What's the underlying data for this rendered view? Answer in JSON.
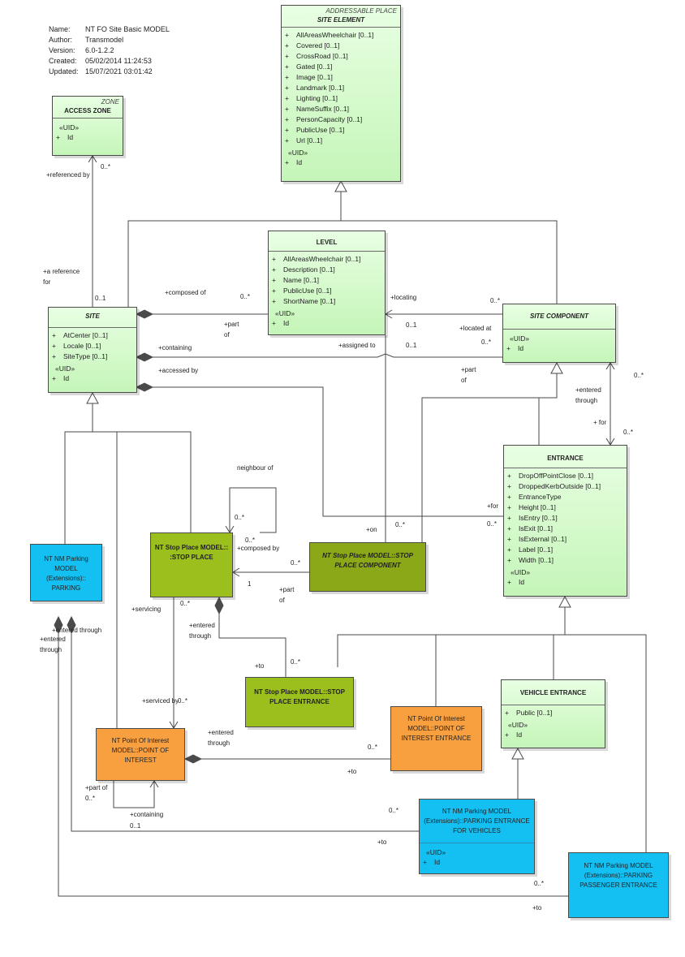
{
  "meta": {
    "rows": [
      {
        "k": "Name:",
        "v": "NT FO Site Basic MODEL"
      },
      {
        "k": "Author:",
        "v": "Transmodel"
      },
      {
        "k": "Version:",
        "v": "6.0-1.2.2"
      },
      {
        "k": "Created:",
        "v": "05/02/2014 11:24:53"
      },
      {
        "k": "Updated:",
        "v": "15/07/2021 03:01:42"
      }
    ]
  },
  "classes": {
    "site_element": {
      "stereotype": "ADDRESSABLE PLACE",
      "name": "SITE ELEMENT",
      "attrs": [
        "AllAreasWheelchair [0..1]",
        "Covered [0..1]",
        "CrossRoad [0..1]",
        "Gated [0..1]",
        "Image [0..1]",
        "Landmark [0..1]",
        "Lighting [0..1]",
        "NameSuffix [0..1]",
        "PersonCapacity [0..1]",
        "PublicUse [0..1]",
        "Url [0..1]"
      ],
      "uid": "«UID»",
      "id": "Id"
    },
    "access_zone": {
      "stereotype": "ZONE",
      "name": "ACCESS ZONE",
      "uid": "«UID»",
      "id": "Id"
    },
    "level": {
      "name": "LEVEL",
      "attrs": [
        "AllAreasWheelchair [0..1]",
        "Description [0..1]",
        "Name [0..1]",
        "PublicUse [0..1]",
        "ShortName [0..1]"
      ],
      "uid": "«UID»",
      "id": "Id"
    },
    "site": {
      "name": "SITE",
      "attrs": [
        "AtCenter [0..1]",
        "Locale [0..1]",
        "SiteType [0..1]"
      ],
      "uid": "«UID»",
      "id": "Id"
    },
    "site_component": {
      "name": "SITE COMPONENT",
      "uid": "«UID»",
      "id": "Id"
    },
    "entrance": {
      "name": "ENTRANCE",
      "attrs": [
        "DropOffPointClose [0..1]",
        "DroppedKerbOutside [0..1]",
        "EntranceType",
        "Height [0..1]",
        "IsEntry [0..1]",
        "IsExit [0..1]",
        "IsExternal [0..1]",
        "Label [0..1]",
        "Width [0..1]"
      ],
      "uid": "«UID»",
      "id": "Id"
    },
    "vehicle_entrance": {
      "name": "VEHICLE ENTRANCE",
      "attrs": [
        "Public [0..1]"
      ],
      "uid": "«UID»",
      "id": "Id"
    },
    "parking": {
      "name": "NT NM Parking MODEL (Extensions):: PARKING"
    },
    "stop_place": {
      "name": "NT Stop Place MODEL:: :STOP PLACE"
    },
    "stop_place_component": {
      "name": "NT Stop Place MODEL::STOP PLACE COMPONENT"
    },
    "stop_place_entrance": {
      "name": "NT Stop Place MODEL::STOP PLACE ENTRANCE"
    },
    "poi": {
      "name": "NT Point Of Interest MODEL::POINT OF INTEREST"
    },
    "poi_entrance": {
      "name": "NT Point Of Interest MODEL::POINT OF INTEREST ENTRANCE"
    },
    "parking_vehicle_entrance": {
      "name": "NT NM Parking MODEL (Extensions)::PARKING ENTRANCE FOR VEHICLES",
      "uid": "«UID»",
      "id": "Id"
    },
    "parking_passenger_entrance": {
      "name": "NT NM Parking MODEL (Extensions)::PARKING PASSENGER ENTRANCE"
    }
  },
  "labels": {
    "ref_by": "+referenced by",
    "az_mult": "0..*",
    "a_ref_for_1": "+a reference",
    "a_ref_for_2": "for",
    "site_01": "0..1",
    "composed_of": "+composed of",
    "lvl_mult": "0..*",
    "part_of_1": "+part",
    "part_of_2": "of",
    "containing": "+containing",
    "accessed_by": "+accessed by",
    "assigned_to": "+assigned to",
    "locating": "+locating",
    "loc_01a": "0..1",
    "loc_01b": "0..1",
    "located_at": "+located at",
    "sc_mult1": "0..*",
    "sc_mult2": "0..*",
    "sc_part_1": "+part",
    "sc_part_2": "of",
    "entered_1": "+entered",
    "entered_2": "through",
    "for": "+ for",
    "ent_m1": "0..*",
    "ent_m2": "0..*",
    "neighbour_of": "neighbour of",
    "sp_m1": "0..*",
    "sp_m2": "0..*",
    "composed_by": "+composed by",
    "spc_m": "0..*",
    "one": "1",
    "spc_part_1": "+part",
    "spc_part_2": "of",
    "on": "+on",
    "on_m": "0..*",
    "for2": "+for",
    "for2_m": "0..*",
    "servicing": "+servicing",
    "serv_m": "0..*",
    "sp_ent_1": "+entered",
    "sp_ent_2": "through",
    "to": "+to",
    "spe_m": "0..*",
    "serviced_by": "+serviced by",
    "sb_m": "0..*",
    "park_entered": "+entered through",
    "park_entered2_1": "+entered",
    "park_entered2_2": "through",
    "poi_ent_1": "+entered",
    "poi_ent_2": "through",
    "poi_m": "0..*",
    "poi_to": "+to",
    "part_of3": "+part of",
    "po_m": "0..*",
    "containing3": "+containing",
    "c_m": "0..1",
    "pve_m": "0..*",
    "pve_to": "+to",
    "ppe_m": "0..*",
    "ppe_to": "+to"
  }
}
